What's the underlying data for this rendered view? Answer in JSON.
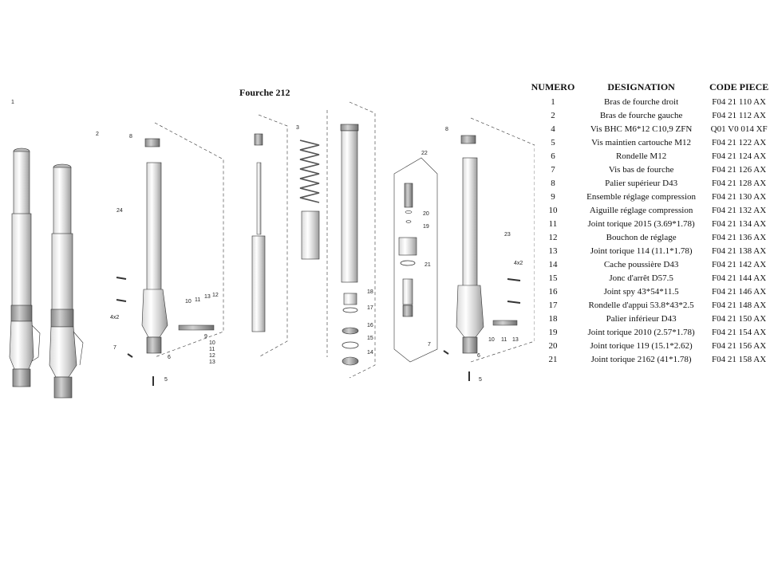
{
  "page": {
    "title": "Fourche 212"
  },
  "table": {
    "headers": {
      "number": "NUMERO",
      "designation": "DESIGNATION",
      "code": "CODE PIECE"
    },
    "rows": [
      {
        "number": "1",
        "designation": "Bras de fourche droit",
        "code": "F04 21 110 AX"
      },
      {
        "number": "2",
        "designation": "Bras de fourche gauche",
        "code": "F04 21 112 AX"
      },
      {
        "number": "4",
        "designation": "Vis BHC M6*12 C10,9 ZFN",
        "code": "Q01 V0 014 XF"
      },
      {
        "number": "5",
        "designation": "Vis maintien cartouche M12",
        "code": "F04 21 122 AX"
      },
      {
        "number": "6",
        "designation": "Rondelle M12",
        "code": "F04 21 124 AX"
      },
      {
        "number": "7",
        "designation": "Vis bas de fourche",
        "code": "F04 21 126 AX"
      },
      {
        "number": "8",
        "designation": "Palier supérieur D43",
        "code": "F04 21 128 AX"
      },
      {
        "number": "9",
        "designation": "Ensemble réglage compression",
        "code": "F04 21 130 AX"
      },
      {
        "number": "10",
        "designation": "Aiguille réglage compression",
        "code": "F04 21 132 AX"
      },
      {
        "number": "11",
        "designation": "Joint torique 2015 (3.69*1.78)",
        "code": "F04 21 134 AX"
      },
      {
        "number": "12",
        "designation": "Bouchon de réglage",
        "code": "F04 21 136 AX"
      },
      {
        "number": "13",
        "designation": "Joint torique 114 (11.1*1.78)",
        "code": "F04 21 138 AX"
      },
      {
        "number": "14",
        "designation": "Cache poussière D43",
        "code": "F04 21 142 AX"
      },
      {
        "number": "15",
        "designation": "Jonc d'arrêt D57.5",
        "code": "F04 21 144 AX"
      },
      {
        "number": "16",
        "designation": "Joint spy 43*54*11.5",
        "code": "F04 21 146 AX"
      },
      {
        "number": "17",
        "designation": "Rondelle d'appui 53.8*43*2.5",
        "code": "F04 21 148 AX"
      },
      {
        "number": "18",
        "designation": "Palier inférieur D43",
        "code": "F04 21 150 AX"
      },
      {
        "number": "19",
        "designation": "Joint torique 2010 (2.57*1.78)",
        "code": "F04 21 154 AX"
      },
      {
        "number": "20",
        "designation": "Joint torique 119 (15.1*2.62)",
        "code": "F04 21 156 AX"
      },
      {
        "number": "21",
        "designation": "Joint torique 2162 (41*1.78)",
        "code": "F04 21 158 AX"
      }
    ]
  },
  "diagram": {
    "callouts": [
      "1",
      "2",
      "3",
      "4x2",
      "4x2",
      "5",
      "5",
      "6",
      "6",
      "7",
      "7",
      "8",
      "8",
      "9",
      "10",
      "10",
      "11",
      "11",
      "12",
      "13",
      "13",
      "12",
      "11",
      "10",
      "13",
      "14",
      "15",
      "16",
      "17",
      "18",
      "19",
      "20",
      "21",
      "22",
      "23",
      "24"
    ]
  }
}
